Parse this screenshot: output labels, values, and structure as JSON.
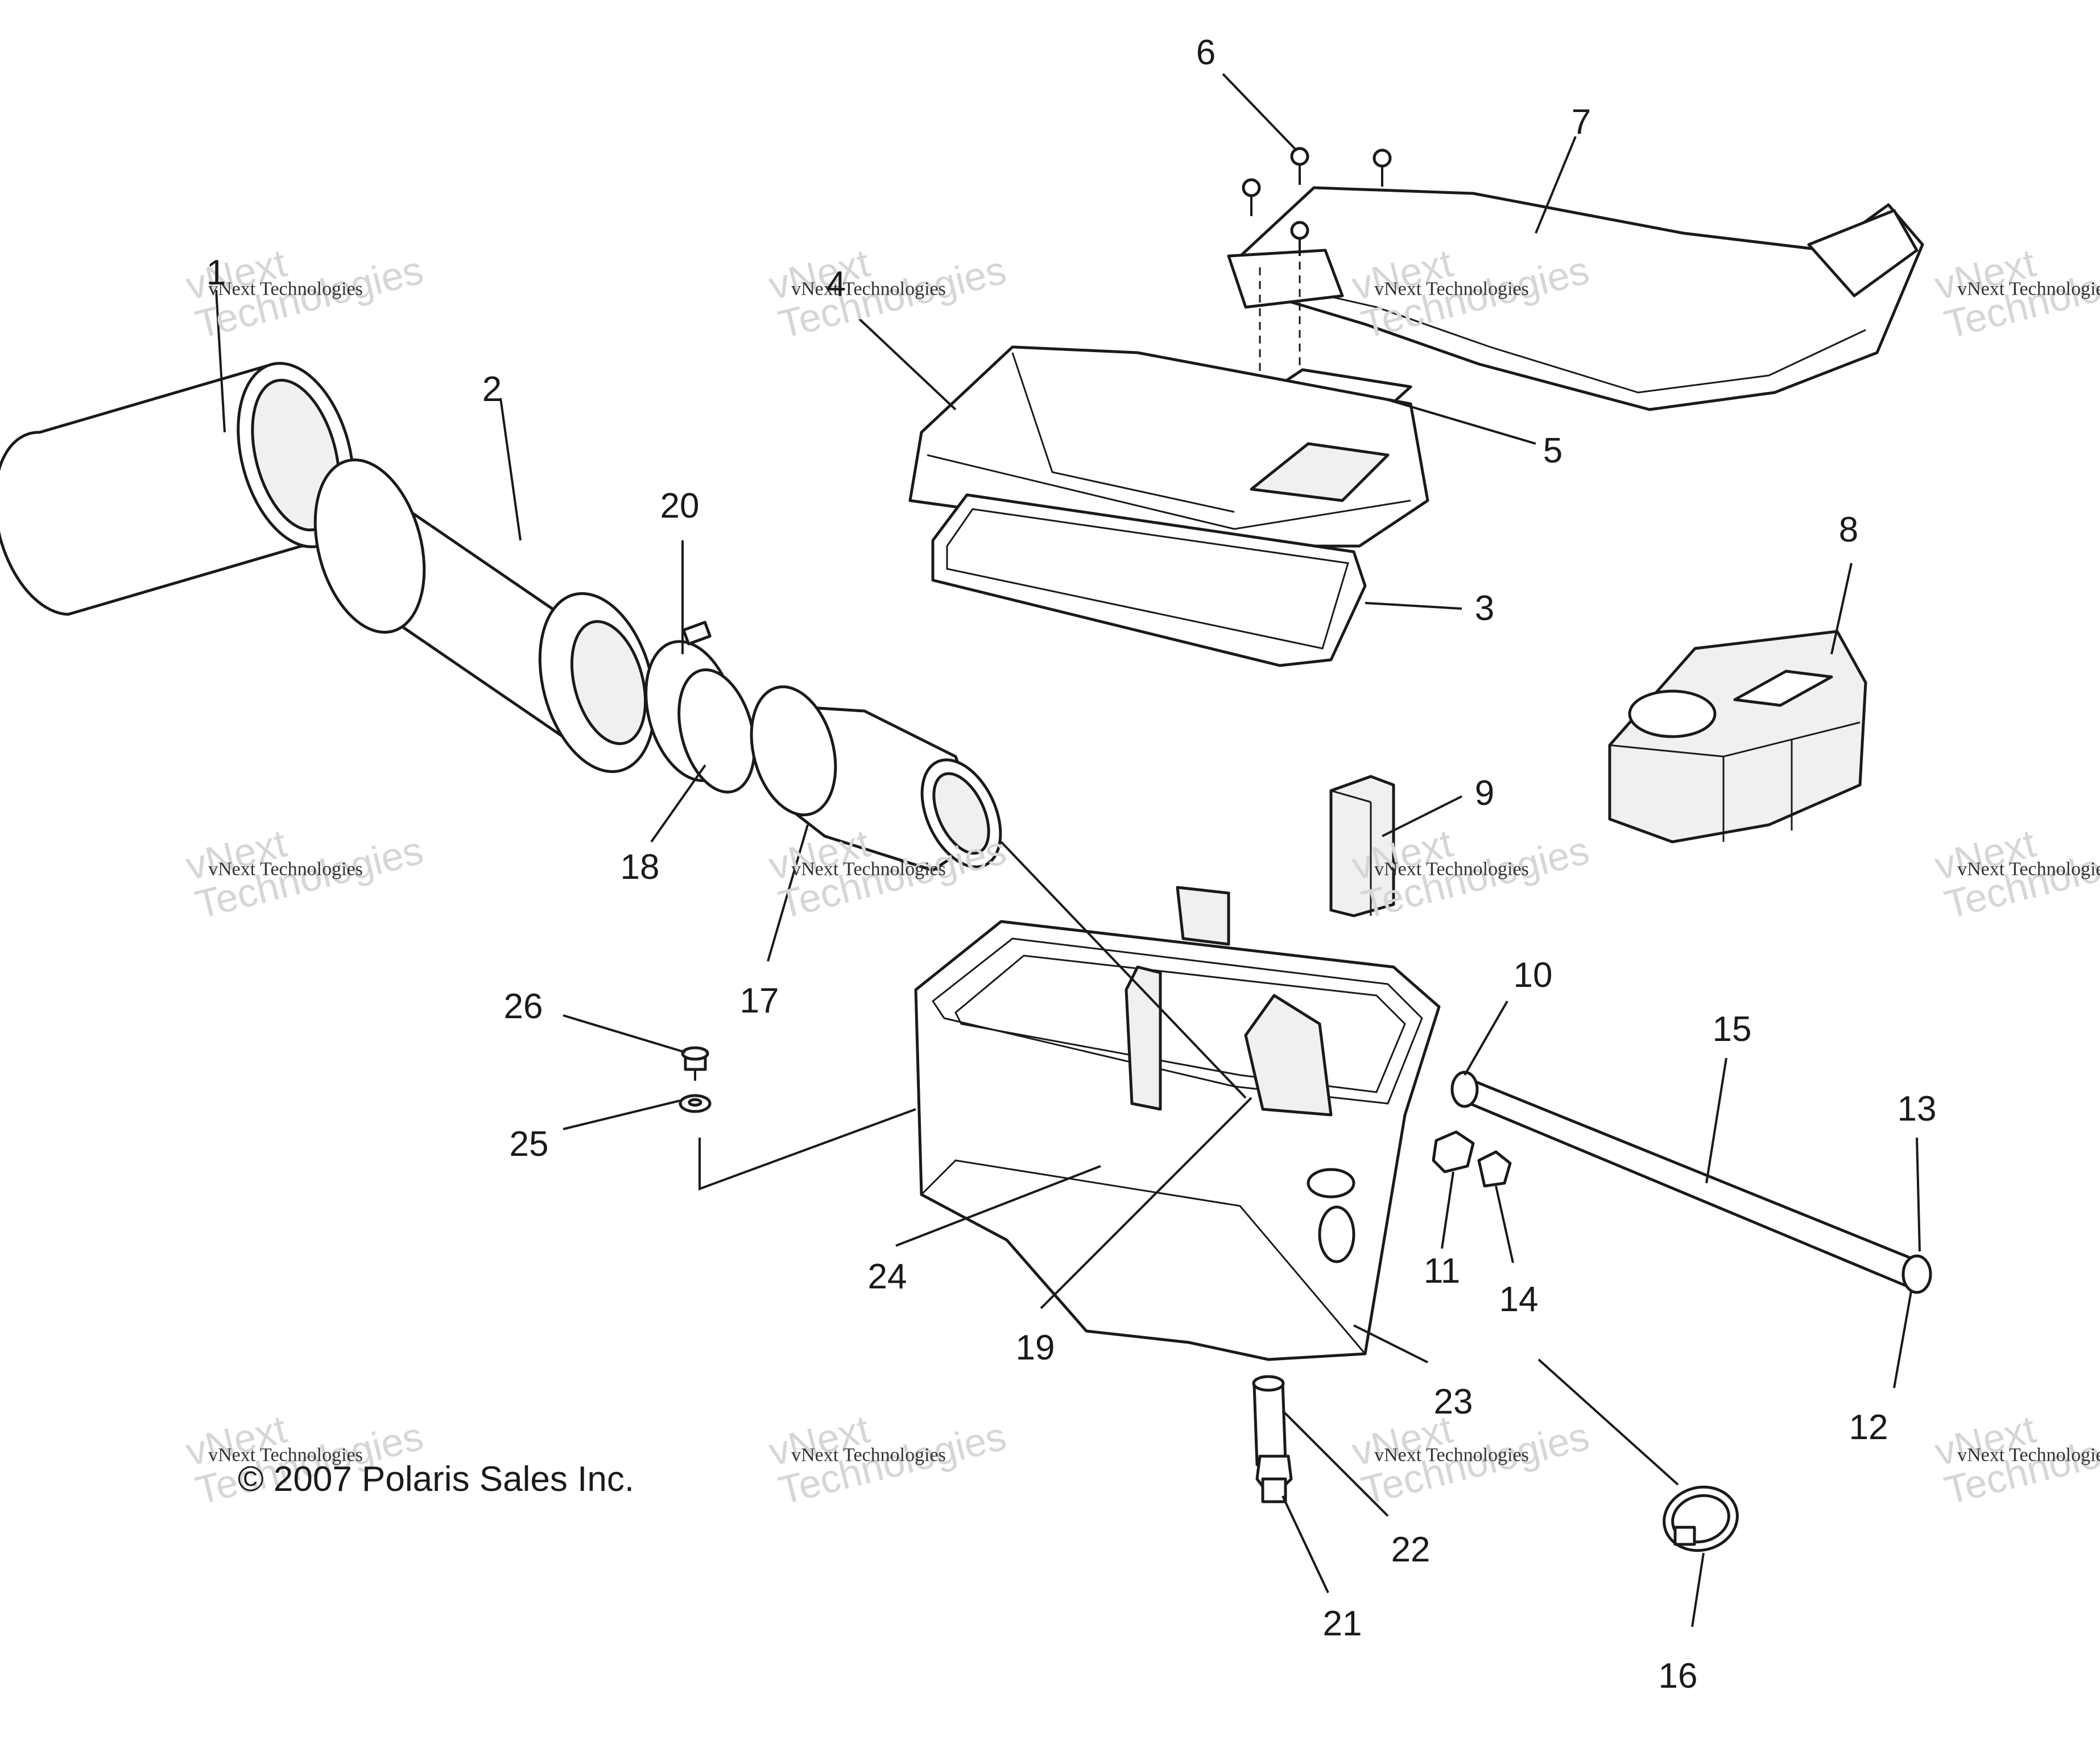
{
  "copyright": "© 2007 Polaris Sales Inc.",
  "watermark": {
    "name": "vNext Technologies",
    "big_line1": "vNext",
    "big_line2": "Technologies"
  },
  "callouts": [
    "1",
    "2",
    "3",
    "4",
    "5",
    "6",
    "7",
    "8",
    "9",
    "10",
    "11",
    "12",
    "13",
    "14",
    "15",
    "16",
    "17",
    "18",
    "19",
    "20",
    "21",
    "22",
    "23",
    "24",
    "25",
    "26"
  ],
  "colors": {
    "line": "#1a1a1a",
    "watermark": "#d6d6d6",
    "background": "#ffffff"
  }
}
